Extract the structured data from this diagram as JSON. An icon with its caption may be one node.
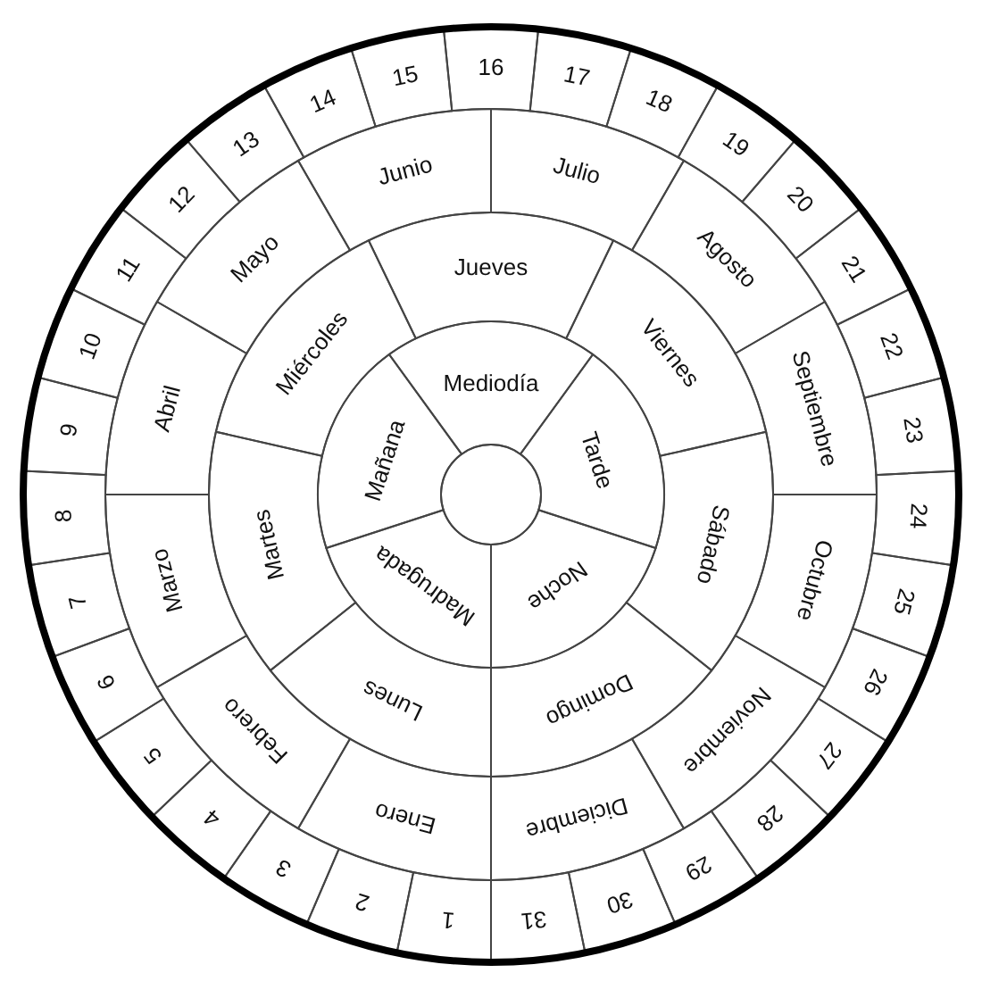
{
  "diagram": {
    "nodes": [
      {
        "text": [],
        "shape": "circle"
      },
      {
        "text": [
          "Mañana"
        ]
      },
      {
        "text": [
          "Mediodía"
        ]
      },
      {
        "text": [
          "Tarde"
        ]
      },
      {
        "text": [
          "Noche"
        ]
      },
      {
        "text": [
          "Madrugada"
        ]
      },
      {
        "text": [
          "Lunes"
        ]
      },
      {
        "text": [
          "Martes"
        ]
      },
      {
        "text": [
          "Miércoles"
        ]
      },
      {
        "text": [
          "Jueves"
        ]
      },
      {
        "text": [
          "Viernes"
        ]
      },
      {
        "text": [
          "Sábado"
        ]
      },
      {
        "text": [
          "Domingo"
        ]
      },
      {
        "text": [
          "Enero"
        ]
      },
      {
        "text": [
          "Febrero"
        ]
      },
      {
        "text": [
          "Marzo"
        ]
      },
      {
        "text": [
          "Abril"
        ]
      },
      {
        "text": [
          "Mayo"
        ]
      },
      {
        "text": [
          "Junio"
        ]
      },
      {
        "text": [
          "Julio"
        ]
      },
      {
        "text": [
          "Agosto"
        ]
      },
      {
        "text": [
          "Septiembre"
        ]
      },
      {
        "text": [
          "Octubre"
        ]
      },
      {
        "text": [
          "Noviembre"
        ]
      },
      {
        "text": [
          "Diciembre"
        ]
      },
      {
        "text": [
          "1"
        ]
      },
      {
        "text": [
          "2"
        ]
      },
      {
        "text": [
          "3"
        ]
      },
      {
        "text": [
          "4"
        ]
      },
      {
        "text": [
          "5"
        ]
      },
      {
        "text": [
          "6"
        ]
      },
      {
        "text": [
          "7"
        ]
      },
      {
        "text": [
          "8"
        ]
      },
      {
        "text": [
          "9"
        ]
      },
      {
        "text": [
          "10"
        ]
      },
      {
        "text": [
          "11"
        ]
      },
      {
        "text": [
          "12"
        ]
      },
      {
        "text": [
          "13"
        ]
      },
      {
        "text": [
          "14"
        ]
      },
      {
        "text": [
          "15"
        ]
      },
      {
        "text": [
          "16"
        ]
      },
      {
        "text": [
          "17"
        ]
      },
      {
        "text": [
          "18"
        ]
      },
      {
        "text": [
          "19"
        ]
      },
      {
        "text": [
          "20"
        ]
      },
      {
        "text": [
          "21"
        ]
      },
      {
        "text": [
          "22"
        ]
      },
      {
        "text": [
          "23"
        ]
      },
      {
        "text": [
          "24"
        ]
      },
      {
        "text": [
          "25"
        ]
      },
      {
        "text": [
          "26"
        ]
      },
      {
        "text": [
          "27"
        ]
      },
      {
        "text": [
          "28"
        ]
      },
      {
        "text": [
          "29"
        ]
      },
      {
        "text": [
          "30"
        ]
      },
      {
        "text": [
          "31"
        ]
      }
    ]
  }
}
